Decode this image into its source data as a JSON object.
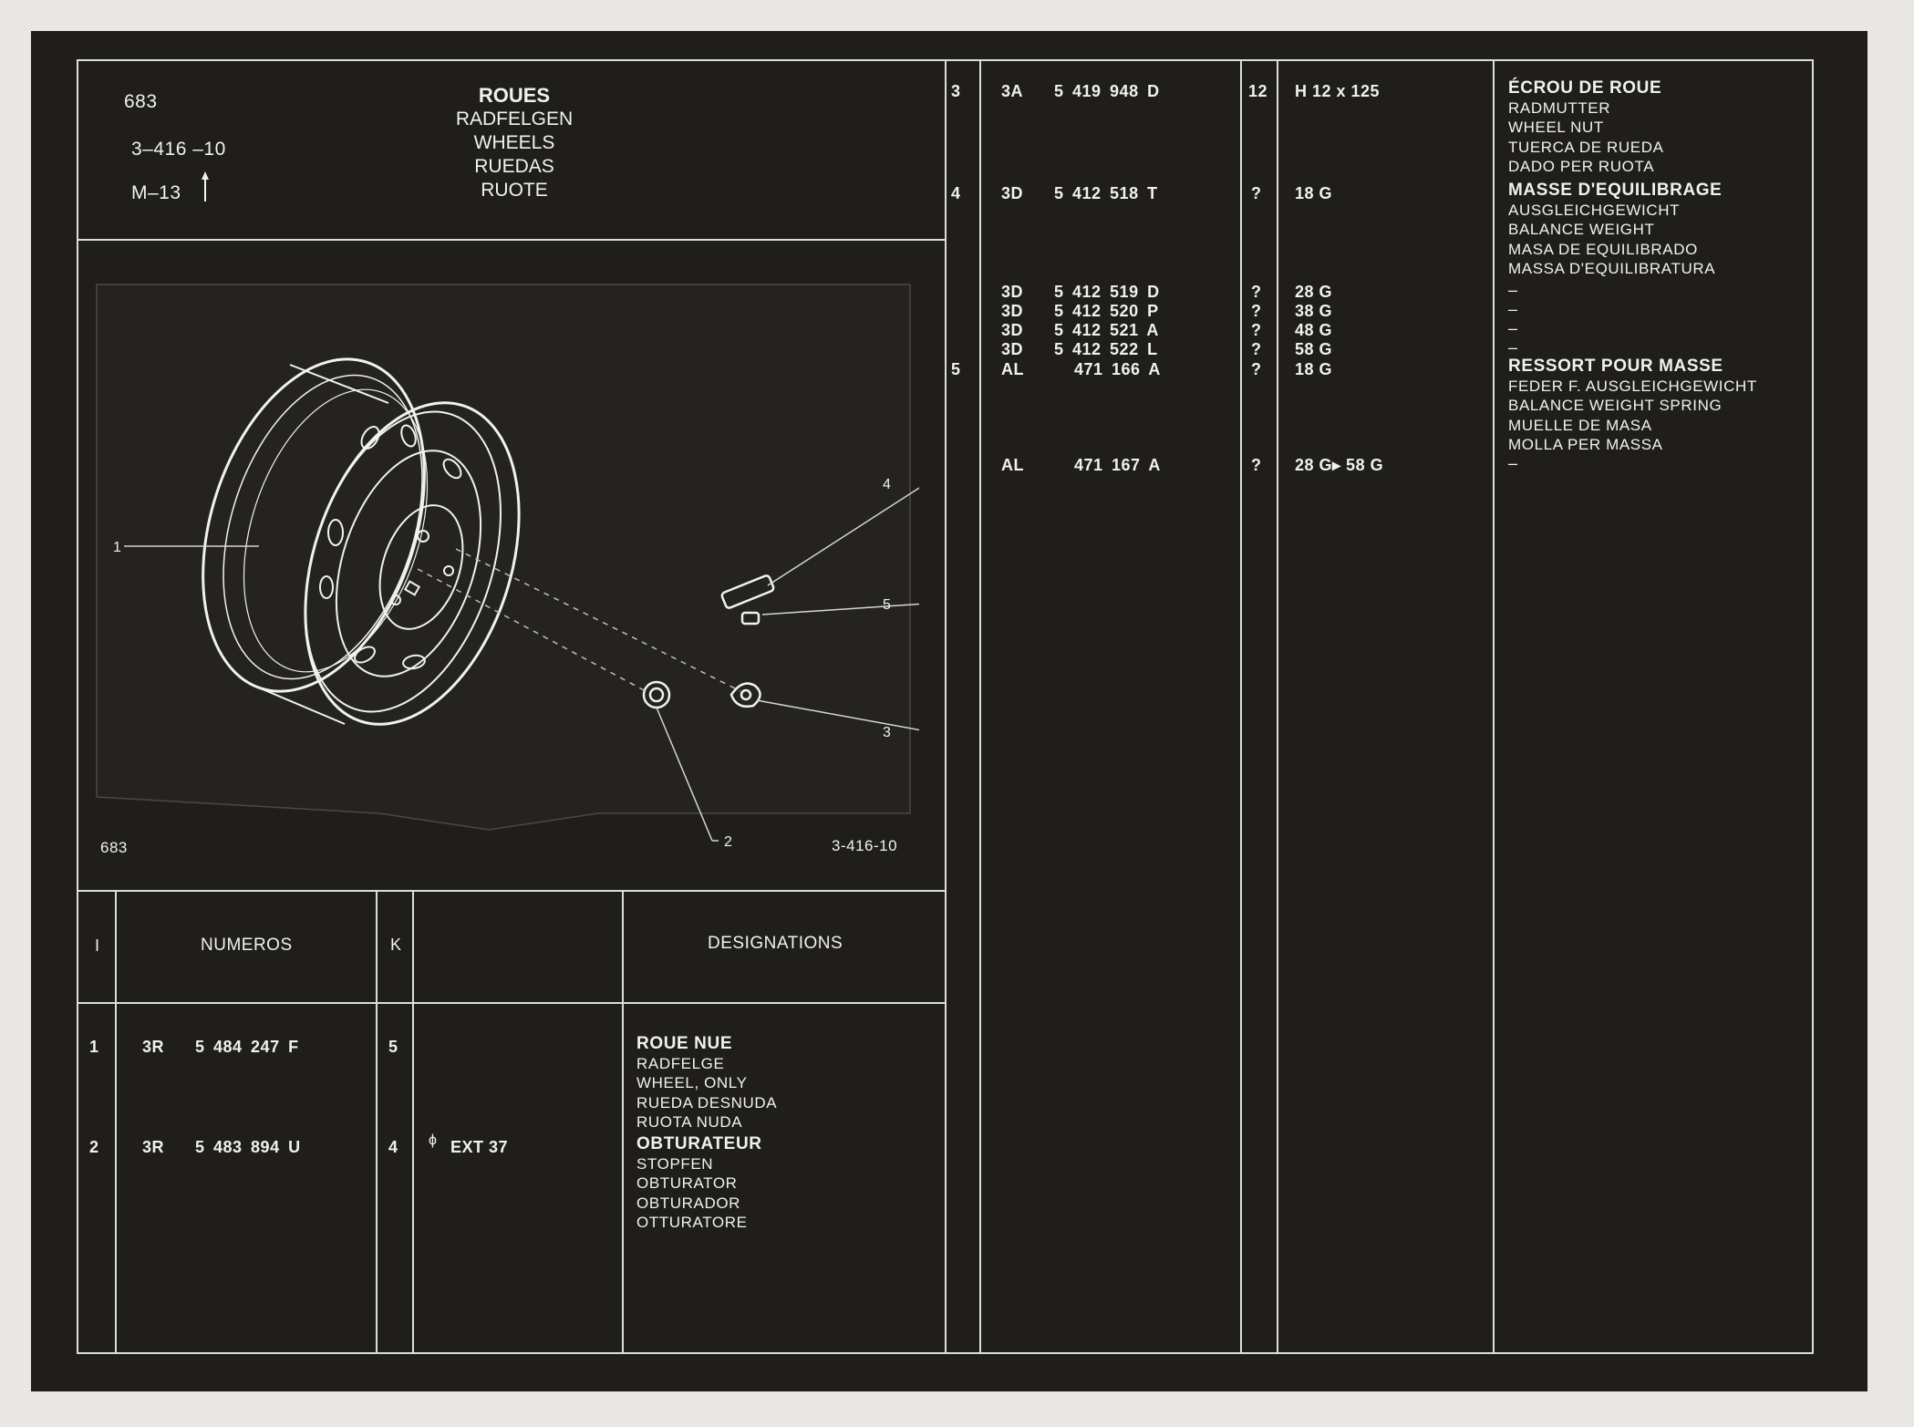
{
  "header": {
    "catalog_page": "683",
    "group_ref": "3–416 –10",
    "model_ref": "M–13",
    "title_lines": [
      "ROUES",
      "RADFELGEN",
      "WHEELS",
      "RUEDAS",
      "RUOTE"
    ]
  },
  "illustration": {
    "page_label": "683",
    "ref_label": "3-416-10",
    "callouts": [
      "1",
      "2",
      "3",
      "4",
      "5"
    ]
  },
  "table_header": {
    "col_index": "I",
    "col_numbers": "NUMEROS",
    "col_k": "K",
    "col_designations": "DESIGNATIONS"
  },
  "left_rows": [
    {
      "index": "1",
      "prefix": "3R",
      "part": "5 484 247 F",
      "qty": "5",
      "spec": "",
      "desc": [
        "ROUE NUE",
        "RADFELGE",
        "WHEEL, ONLY",
        "RUEDA DESNUDA",
        "RUOTA NUDA"
      ]
    },
    {
      "index": "2",
      "prefix": "3R",
      "part": "5 483 894 U",
      "qty": "4",
      "spec_symbol": "ϕ",
      "spec": "EXT 37",
      "desc": [
        "OBTURATEUR",
        "STOPFEN",
        "OBTURATOR",
        "OBTURADOR",
        "OTTURATORE"
      ]
    }
  ],
  "right_rows": [
    {
      "index": "3",
      "prefix": "3A",
      "part": "5 419 948 D",
      "qty": "12",
      "spec": "H 12 x 125",
      "desc": [
        "ÉCROU DE ROUE",
        "RADMUTTER",
        "WHEEL NUT",
        "TUERCA DE RUEDA",
        "DADO PER RUOTA"
      ]
    },
    {
      "index": "4",
      "prefix": "3D",
      "part": "5 412 518 T",
      "qty": "?",
      "spec": "18 G",
      "desc": [
        "MASSE D'EQUILIBRAGE",
        "AUSGLEICHGEWICHT",
        "BALANCE WEIGHT",
        "MASA DE EQUILIBRADO",
        "MASSA D'EQUILIBRATURA"
      ]
    },
    {
      "index": "",
      "prefix": "3D",
      "part": "5 412 519 D",
      "qty": "?",
      "spec": "28 G",
      "desc": [
        "–"
      ]
    },
    {
      "index": "",
      "prefix": "3D",
      "part": "5 412 520 P",
      "qty": "?",
      "spec": "38 G",
      "desc": [
        "–"
      ]
    },
    {
      "index": "",
      "prefix": "3D",
      "part": "5 412 521 A",
      "qty": "?",
      "spec": "48 G",
      "desc": [
        "–"
      ]
    },
    {
      "index": "",
      "prefix": "3D",
      "part": "5 412 522 L",
      "qty": "?",
      "spec": "58 G",
      "desc": [
        "–"
      ]
    },
    {
      "index": "5",
      "prefix": "AL",
      "part": "471 166 A",
      "qty": "?",
      "spec": "18 G",
      "desc": [
        "RESSORT POUR MASSE",
        "FEDER F. AUSGLEICHGEWICHT",
        "BALANCE WEIGHT SPRING",
        "MUELLE DE MASA",
        "MOLLA PER MASSA"
      ]
    },
    {
      "index": "",
      "prefix": "AL",
      "part": "471 167 A",
      "qty": "?",
      "spec": "28 G▸ 58 G",
      "desc": [
        "–"
      ]
    }
  ],
  "colors": {
    "background": "#1f1e1c",
    "ink": "#f1f1ee",
    "paper": "#e9e7e3"
  }
}
